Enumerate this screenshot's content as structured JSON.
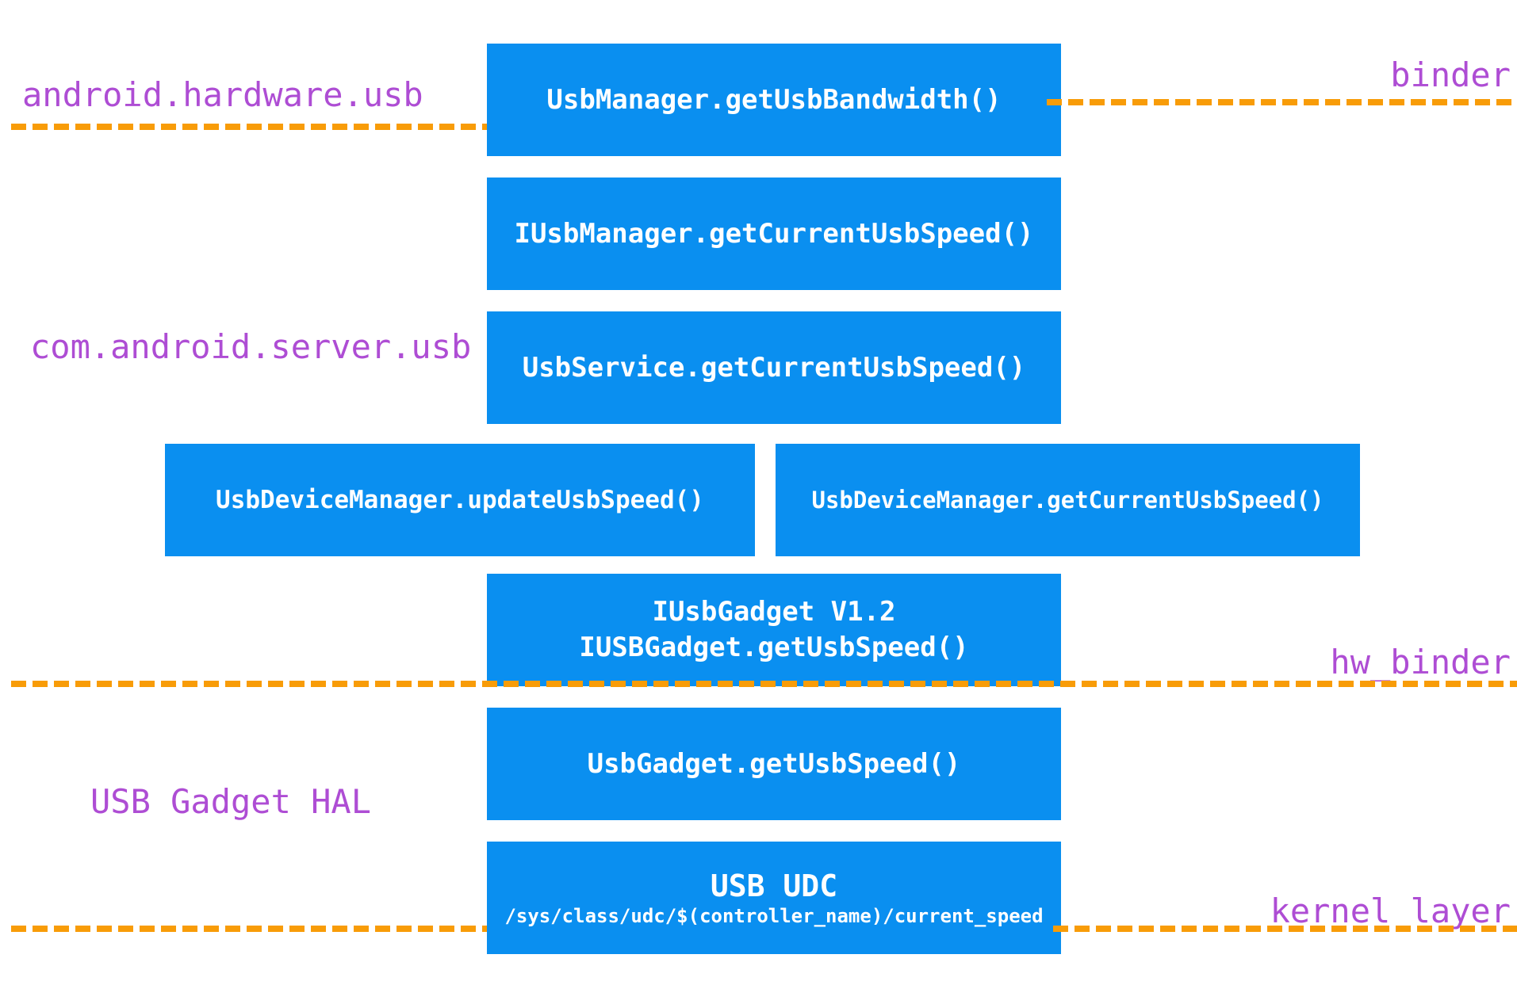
{
  "colors": {
    "box_blue": "#0a8ff0",
    "dash_orange": "#f89c08",
    "label_purple": "#ae4dd4",
    "box_text": "#ffffff"
  },
  "layer_labels": {
    "framework": "android.hardware.usb",
    "binder": "binder",
    "server": "com.android.server.usb",
    "hw_binder": "hw_binder",
    "gadget_hal": "USB Gadget HAL",
    "kernel": "kernel layer"
  },
  "nodes": {
    "usb_manager": "UsbManager.getUsbBandwidth()",
    "iusb_manager": "IUsbManager.getCurrentUsbSpeed()",
    "usb_service": "UsbService.getCurrentUsbSpeed()",
    "usb_device_manager_update": "UsbDeviceManager.updateUsbSpeed()",
    "usb_device_manager_get": "UsbDeviceManager.getCurrentUsbSpeed()",
    "iusb_gadget_version": "IUsbGadget V1.2",
    "iusb_gadget_method": "IUSBGadget.getUsbSpeed()",
    "usb_gadget_method": "UsbGadget.getUsbSpeed()",
    "udc_title": "USB UDC",
    "udc_path": "/sys/class/udc/$(controller_name)/current_speed"
  }
}
